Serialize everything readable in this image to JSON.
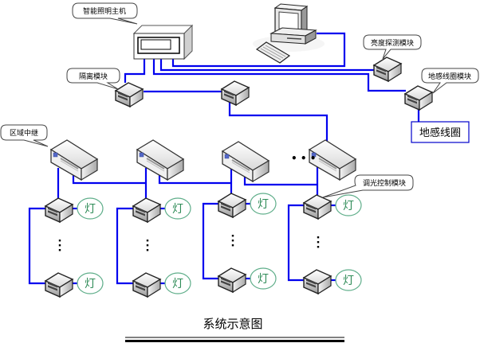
{
  "diagram": {
    "title": "系统示意图",
    "main_host": {
      "label": "智能照明主机"
    },
    "computer": {
      "label": "computer"
    },
    "isolation_module": {
      "label": "隔离模块"
    },
    "brightness_module": {
      "label": "亮度探测模块"
    },
    "loop_module": {
      "label": "地感线圈模块"
    },
    "loop_box": {
      "label": "地感线圈"
    },
    "zone_relay": {
      "label": "区域中继"
    },
    "dimming_module": {
      "label": "调光控制模块"
    },
    "lamp_label": "灯",
    "ellipsis_horizontal": "• • •",
    "ellipsis_vertical": "⋮",
    "columns": [
      {
        "name": "column-1",
        "lamps": [
          "灯",
          "灯"
        ]
      },
      {
        "name": "column-2",
        "lamps": [
          "灯",
          "灯"
        ]
      },
      {
        "name": "column-3",
        "lamps": [
          "灯",
          "灯"
        ]
      },
      {
        "name": "column-4",
        "lamps": [
          "灯",
          "灯"
        ]
      }
    ],
    "colors": {
      "wire": "#0000ee",
      "lamp_border": "#5fae8a",
      "lamp_text": "#2e8b57",
      "loop_box_border": "#0000cc"
    }
  }
}
